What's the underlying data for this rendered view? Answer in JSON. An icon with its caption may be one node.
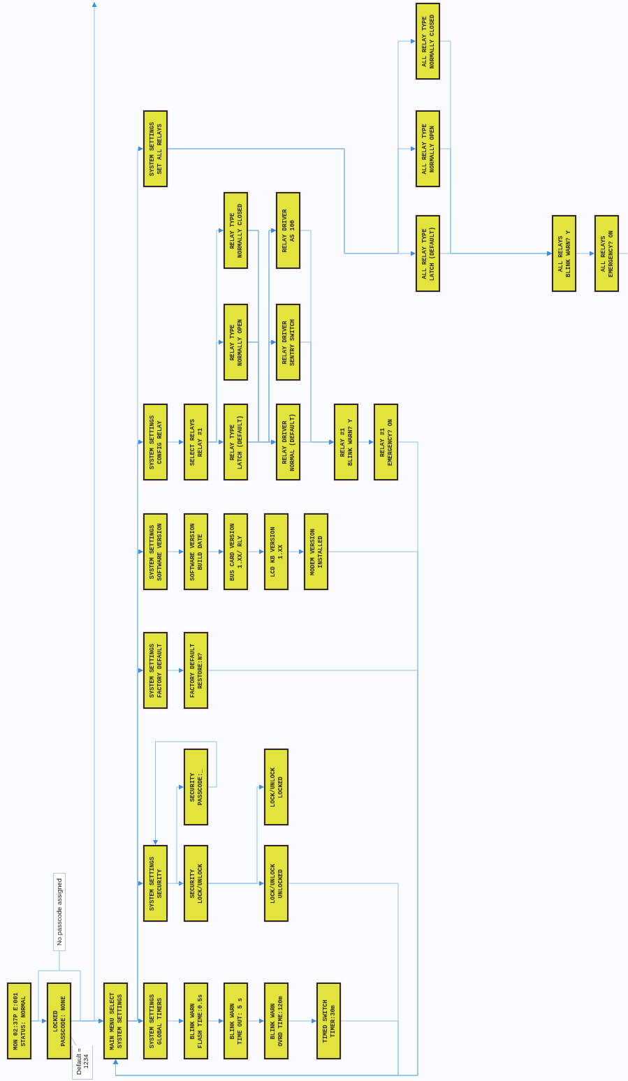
{
  "diagram": {
    "nodes": [
      {
        "text": [
          "MON 02:37P E:001",
          "STATUS: NORMAL"
        ]
      },
      {
        "text": [
          "LOCKED",
          "PASSCODE: NONE"
        ]
      },
      {
        "text": [
          "Default = 1234"
        ]
      },
      {
        "text": [
          "MAIN MENU SELECT",
          "SYSTEM SETTINGS"
        ]
      },
      {
        "text": [
          "SYSTEM SETTINGS",
          "GLOBAL TIMERS"
        ]
      },
      {
        "text": [
          "BLINK WARN",
          "FLASH TIME:0.5s"
        ]
      },
      {
        "text": [
          "BLINK WARN",
          "TIME OUT: 5 s"
        ]
      },
      {
        "text": [
          "BLINK WARN",
          "OVRD TIME:120m"
        ]
      },
      {
        "text": [
          "TIMED SWITCH",
          "TIMER:30m"
        ]
      },
      {
        "text": [
          "SYSTEM SETTINGS",
          "SECURITY"
        ]
      },
      {
        "text": [
          "SECURITY",
          "LOCK/UNLOCK"
        ]
      },
      {
        "text": [
          "SECURITY",
          "PASSCODE:_"
        ]
      },
      {
        "text": [
          "LOCK/UNLOCK",
          "UNLOCKED"
        ]
      },
      {
        "text": [
          "LOCK/UNLOCK",
          "LOCKED"
        ]
      },
      {
        "text": [
          "SYSTEM SETTINGS",
          "FACTORY DEFAULT"
        ]
      },
      {
        "text": [
          "FACTORY DEFAULT",
          "RESTORE:N?"
        ]
      },
      {
        "text": [
          "SYSTEM SETTINGS",
          "SOFTWARE VERSION"
        ]
      },
      {
        "text": [
          "SOFTWARE VERSION",
          "BUILD DATE"
        ]
      },
      {
        "text": [
          "BUS CARD VERSION",
          "1.XX/ RLY"
        ]
      },
      {
        "text": [
          "LCD KB VERSION",
          "1.XX"
        ]
      },
      {
        "text": [
          "MODEM VERSION",
          "INSTALLED"
        ]
      },
      {
        "text": [
          "SYSTEM SETTINGS",
          "CONFIG RELAY"
        ]
      },
      {
        "text": [
          "SELECT RELAYS",
          "RELAY #1"
        ]
      },
      {
        "text": [
          "RELAY TYPE",
          "LATCH (DEFAULT)"
        ]
      },
      {
        "text": [
          "RELAY TYPE",
          "NORMALLY OPEN"
        ]
      },
      {
        "text": [
          "RELAY TYPE",
          "NORMALLY CLOSED"
        ]
      },
      {
        "text": [
          "RELAY DRIVER",
          "NORMAL (DEFAULT)"
        ]
      },
      {
        "text": [
          "RELAY DRIVER",
          "SENTRY SWITCH"
        ]
      },
      {
        "text": [
          "RELAY DRIVER",
          "AS 100"
        ]
      },
      {
        "text": [
          "RELAY #1",
          "BLINK WARN? Y"
        ]
      },
      {
        "text": [
          "RELAY #1",
          "EMERGENCY? ON"
        ]
      },
      {
        "text": [
          "SYSTEM SETTINGS",
          "SET ALL RELAYS"
        ]
      },
      {
        "text": [
          "ALL RELAY TYPE",
          "LATCH (DEFAULT)"
        ]
      },
      {
        "text": [
          "ALL RELAY TYPE",
          "NORMALLY OPEN"
        ]
      },
      {
        "text": [
          "ALL RELAY TYPE",
          "NORMALLY CLOSED"
        ]
      },
      {
        "text": [
          "ALL RELAYS",
          "BLINK WARN? Y"
        ]
      },
      {
        "text": [
          "ALL RELAYS",
          "EMERGENCY? ON"
        ]
      }
    ],
    "edges": [
      {
        "from": 0,
        "to": 1,
        "arrow": "to"
      },
      {
        "from": 0,
        "to": 3,
        "arrow": "to",
        "label": "No passcode assigned"
      },
      {
        "from": 1,
        "to": 3,
        "arrow": "to"
      },
      {
        "from": 1,
        "to": null,
        "arrow": "to"
      },
      {
        "from": 2,
        "to": 1,
        "arrow": "none"
      },
      {
        "from": 3,
        "to": 4,
        "arrow": "to"
      },
      {
        "from": 3,
        "to": 9,
        "arrow": "to"
      },
      {
        "from": 3,
        "to": 14,
        "arrow": "to"
      },
      {
        "from": 3,
        "to": 16,
        "arrow": "to"
      },
      {
        "from": 3,
        "to": 21,
        "arrow": "to"
      },
      {
        "from": 3,
        "to": 31,
        "arrow": "to"
      },
      {
        "from": 4,
        "to": 5,
        "arrow": "to"
      },
      {
        "from": 5,
        "to": 6,
        "arrow": "to"
      },
      {
        "from": 6,
        "to": 7,
        "arrow": "to"
      },
      {
        "from": 7,
        "to": 8,
        "arrow": "to"
      },
      {
        "from": 8,
        "to": 3,
        "arrow": "to"
      },
      {
        "from": 9,
        "to": 10,
        "arrow": "to"
      },
      {
        "from": 10,
        "to": 11,
        "arrow": "to"
      },
      {
        "from": 11,
        "to": 9,
        "arrow": "to"
      },
      {
        "from": 10,
        "to": 12,
        "arrow": "to"
      },
      {
        "from": 10,
        "to": 13,
        "arrow": "to"
      },
      {
        "from": 12,
        "to": 3,
        "arrow": "to"
      },
      {
        "from": 14,
        "to": 15,
        "arrow": "to"
      },
      {
        "from": 15,
        "to": 3,
        "arrow": "to"
      },
      {
        "from": 16,
        "to": 17,
        "arrow": "to"
      },
      {
        "from": 17,
        "to": 18,
        "arrow": "to"
      },
      {
        "from": 18,
        "to": 19,
        "arrow": "to"
      },
      {
        "from": 19,
        "to": 20,
        "arrow": "to"
      },
      {
        "from": 20,
        "to": 3,
        "arrow": "to"
      },
      {
        "from": 21,
        "to": 22,
        "arrow": "to"
      },
      {
        "from": 22,
        "to": 23,
        "arrow": "to"
      },
      {
        "from": 22,
        "to": 24,
        "arrow": "to"
      },
      {
        "from": 22,
        "to": 25,
        "arrow": "to"
      },
      {
        "from": 23,
        "to": 26,
        "arrow": "to"
      },
      {
        "from": 23,
        "to": 27,
        "arrow": "to"
      },
      {
        "from": 23,
        "to": 28,
        "arrow": "to"
      },
      {
        "from": 24,
        "to": 26,
        "arrow": "to"
      },
      {
        "from": 24,
        "to": 27,
        "arrow": "to"
      },
      {
        "from": 24,
        "to": 28,
        "arrow": "to"
      },
      {
        "from": 25,
        "to": 26,
        "arrow": "to"
      },
      {
        "from": 25,
        "to": 27,
        "arrow": "to"
      },
      {
        "from": 25,
        "to": 28,
        "arrow": "to"
      },
      {
        "from": 26,
        "to": 29,
        "arrow": "to"
      },
      {
        "from": 27,
        "to": 29,
        "arrow": "to"
      },
      {
        "from": 28,
        "to": 29,
        "arrow": "to"
      },
      {
        "from": 29,
        "to": 30,
        "arrow": "to"
      },
      {
        "from": 30,
        "to": 3,
        "arrow": "to"
      },
      {
        "from": 31,
        "to": 32,
        "arrow": "to"
      },
      {
        "from": 31,
        "to": 33,
        "arrow": "to"
      },
      {
        "from": 31,
        "to": 34,
        "arrow": "to"
      },
      {
        "from": 32,
        "to": 35,
        "arrow": "to"
      },
      {
        "from": 33,
        "to": 35,
        "arrow": "to"
      },
      {
        "from": 34,
        "to": 35,
        "arrow": "to"
      },
      {
        "from": 35,
        "to": 36,
        "arrow": "to"
      },
      {
        "from": 36,
        "to": null,
        "arrow": "none"
      }
    ]
  }
}
